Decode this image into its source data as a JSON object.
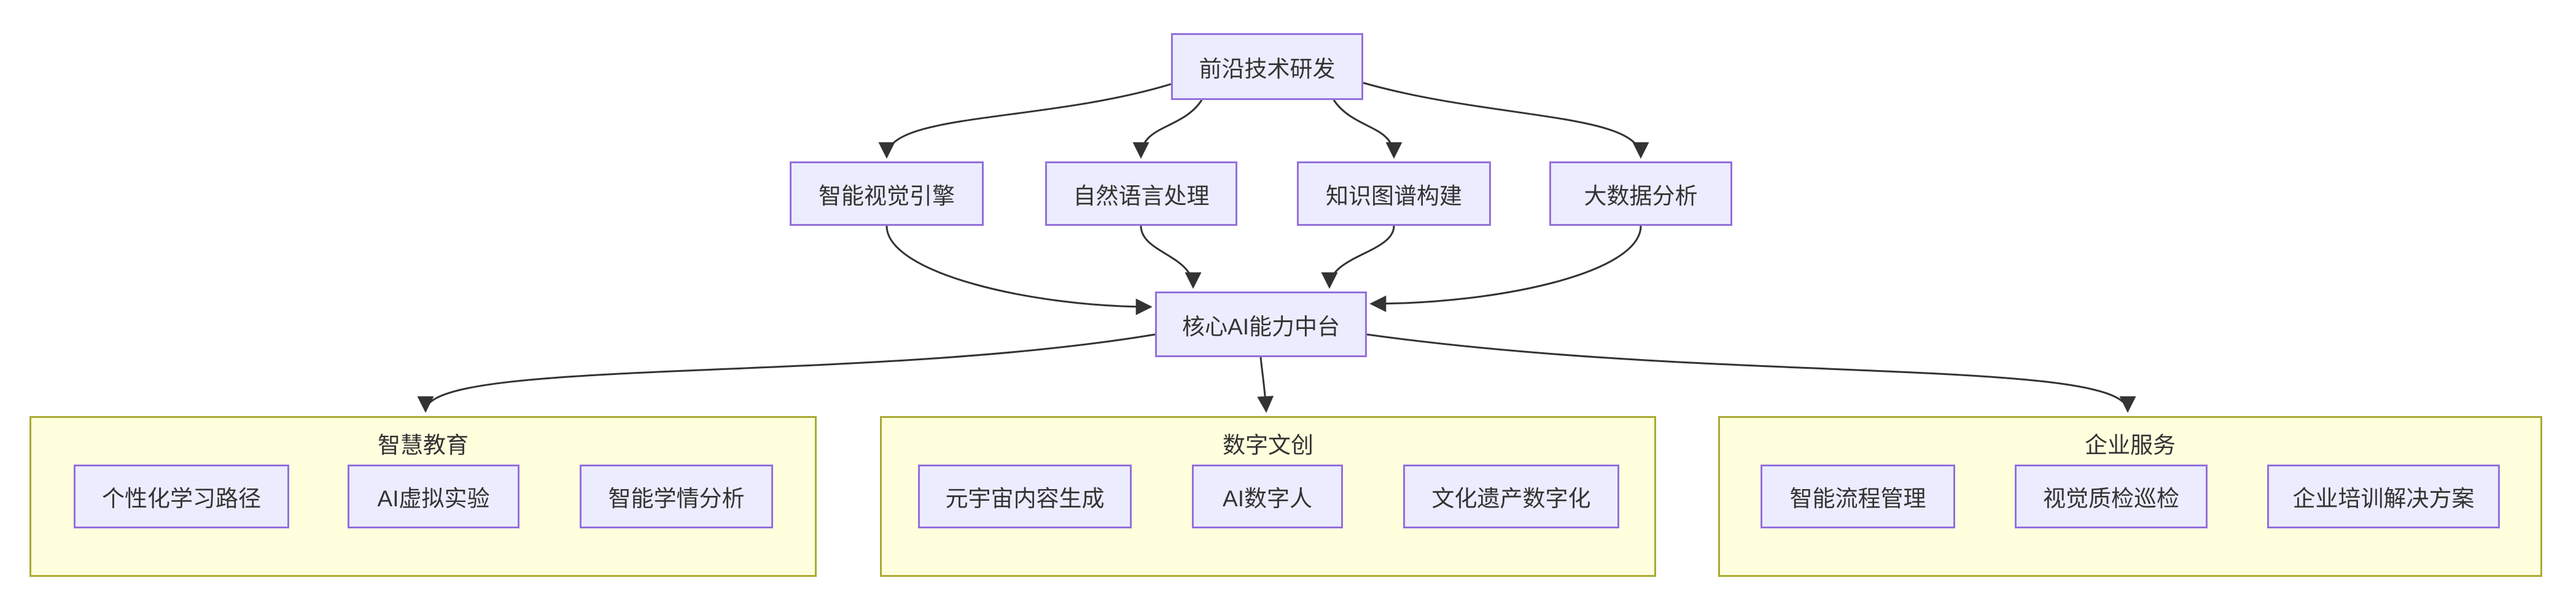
{
  "diagram": {
    "type": "flowchart-top-down",
    "colors": {
      "background": "#ffffff",
      "node_fill": "#ECECFF",
      "node_border": "#9370DB",
      "cluster_fill": "#FFFFDE",
      "cluster_border": "#AAAA33",
      "edge": "#333333",
      "text": "#333333"
    },
    "nodes": {
      "root": "前沿技术研发",
      "vision": "智能视觉引擎",
      "nlp": "自然语言处理",
      "kg": "知识图谱构建",
      "bigdata": "大数据分析",
      "platform": "核心AI能力中台"
    },
    "clusters": [
      {
        "title": "智慧教育",
        "items": [
          "个性化学习路径",
          "AI虚拟实验",
          "智能学情分析"
        ]
      },
      {
        "title": "数字文创",
        "items": [
          "元宇宙内容生成",
          "AI数字人",
          "文化遗产数字化"
        ]
      },
      {
        "title": "企业服务",
        "items": [
          "智能流程管理",
          "视觉质检巡检",
          "企业培训解决方案"
        ]
      }
    ],
    "edges": [
      {
        "from": "前沿技术研发",
        "to": "智能视觉引擎"
      },
      {
        "from": "前沿技术研发",
        "to": "自然语言处理"
      },
      {
        "from": "前沿技术研发",
        "to": "知识图谱构建"
      },
      {
        "from": "前沿技术研发",
        "to": "大数据分析"
      },
      {
        "from": "智能视觉引擎",
        "to": "核心AI能力中台"
      },
      {
        "from": "自然语言处理",
        "to": "核心AI能力中台"
      },
      {
        "from": "知识图谱构建",
        "to": "核心AI能力中台"
      },
      {
        "from": "大数据分析",
        "to": "核心AI能力中台"
      },
      {
        "from": "核心AI能力中台",
        "to": "智慧教育"
      },
      {
        "from": "核心AI能力中台",
        "to": "数字文创"
      },
      {
        "from": "核心AI能力中台",
        "to": "企业服务"
      }
    ]
  }
}
